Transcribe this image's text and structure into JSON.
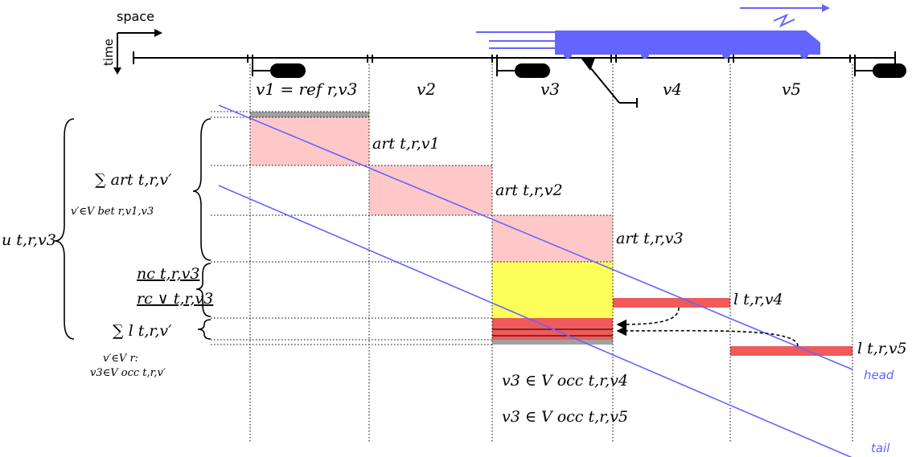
{
  "axes": {
    "space": "space",
    "time": "time"
  },
  "sections": [
    "v1 = ref r,v3",
    "v2",
    "v3",
    "v4",
    "v5"
  ],
  "block_labels": {
    "art_v1": "art t,r,v1",
    "art_v2": "art t,r,v2",
    "art_v3": "art t,r,v3",
    "l_v4": "l t,r,v4",
    "l_v5": "l t,r,v5"
  },
  "left_labels": {
    "u": "u t,r,v3",
    "sum_art": "∑ art t,r,v′",
    "sum_art_sub": "v′∈V bet r,v1,v3",
    "nc": "nc t,r,v3",
    "rc": "rc ∨ t,r,v3",
    "sum_l": "∑ l t,r,v′",
    "sum_l_sub1": "v′∈V r:",
    "sum_l_sub2": "v3∈V occ t,r,v′"
  },
  "occupancy_notes": [
    "v3 ∈ V occ t,r,v4",
    "v3 ∈ V occ t,r,v5"
  ],
  "train_lines": {
    "head": "head",
    "tail": "tail"
  },
  "colors": {
    "pink": "#ffc8c8",
    "yellow": "#ffff5a",
    "red": "#f05a5a",
    "gray": "#a0a0a0",
    "blue": "#6464ff"
  }
}
